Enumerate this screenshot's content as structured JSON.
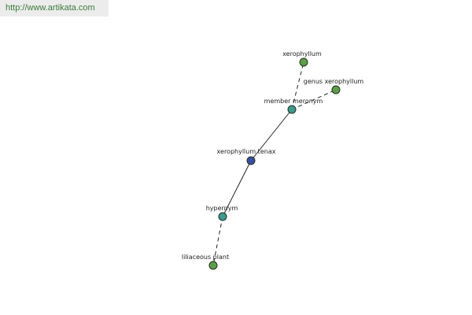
{
  "watermark": "http://www.artikata.com",
  "colors": {
    "leaf_node": "#5e9e4a",
    "relation_node": "#3e9a8e",
    "focus_node": "#3a4fa0",
    "edge": "#222222"
  },
  "nodes": {
    "xerophyllum": "xerophyllum",
    "genus_xerophyllum": "genus xerophyllum",
    "member_meronym": "member meronym",
    "xerophyllum_tenax": "xerophyllum tenax",
    "hypernym": "hypernym",
    "liliaceous_plant": "liliaceous plant"
  }
}
